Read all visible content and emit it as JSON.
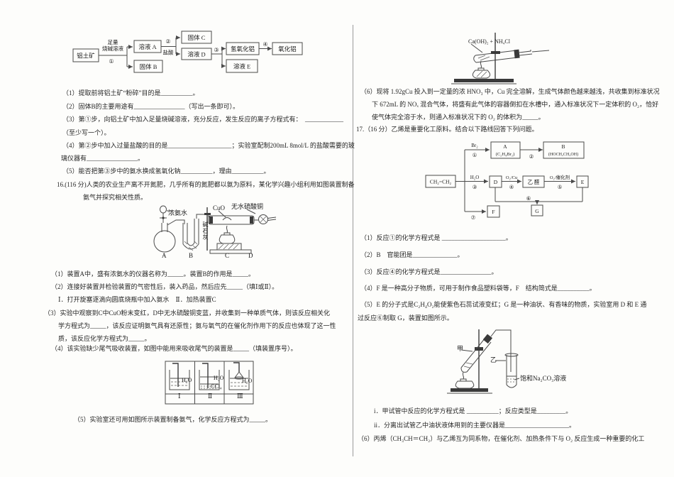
{
  "flow1": {
    "src": "铝土矿",
    "cond_top": "足量",
    "cond_bottom": "烧碱溶液",
    "s1": "①",
    "solA": "溶液 A",
    "solB": "固体 B",
    "s2": "②",
    "acid": "盐酸",
    "solC": "固体 C",
    "solD": "溶液 D",
    "s3": "③",
    "aloh": "氢氧化铝",
    "solE": "溶液 E",
    "s4": "④",
    "alo": "氧化铝"
  },
  "q15": {
    "lines": [
      "（1）提取前将铝土矿“粉碎”目的是__________。",
      "（2）固体B的主要用途有________________（写出一条即可）。",
      "（3）第①步，向铝土矿中加入足量烧碱溶液，充分反应，发生反应的离子方程式有：　____________",
      "（至少写一个）。",
      "（4）第②步中加入过量盐酸的目的是____________________；实验室配制200mL 8mol/L 的盐酸需要的玻",
      "璃仪器有________________。",
      "（5）能否把第③步中的氨水换成氢氧化钠__________，理由__________。"
    ]
  },
  "q16": {
    "head1": "16.(116 分)人类的农业生产离不开氮肥，几乎所有的氮肥都以氨为原料，某化学兴趣小组利用如图装置制备",
    "head2": "氨气并探究相关性质。",
    "app": {
      "nh3": "浓氨水",
      "cuo": "CuO",
      "cuso4": "无水硫酸铜",
      "lime": "碱石灰",
      "la": "A",
      "lb": "B",
      "lc": "C",
      "ld": "D"
    },
    "lines": [
      "（1）装置A中，盛有浓氨水的仪器名称为_____。装置B的作用是_____。",
      "（2）连接好装置并检验装置的气密性后，装入药品，然后应先_____（填Ⅰ或Ⅱ）。",
      "Ⅰ．打开旋塞逐滴向圆底烧瓶中加入氨水　Ⅱ．加热装置C",
      "（3）实验中观察到C中CuO粉末变红，D中无水硫酸铜变蓝，并收集到一种单质气体，则该反应相关化",
      "学方程式为_____，该反应证明氨气具有还原性；氨与氧气的在催化剂作用下的反应也体现了这一性",
      "质，该反应化学方程式为_____。",
      "（4）该实验缺少尾气吸收装置，如图中能用来吸收尾气的装置是_____（填装置序号）。"
    ],
    "fig": {
      "h2o": "H₂O",
      "ccl4": "CCl₄",
      "n1": "Ⅰ",
      "n2": "Ⅱ",
      "n3": "Ⅲ"
    },
    "line5": "（5）实验室还可用如图所示装置制备氨气，化学反应方程式为_____。",
    "tube_label": "Ca(OH)₂ + NH₄Cl",
    "part6": [
      "（6）现将 1.92gCu 投入到一定量的浓 HNO₃ 中，Cu 完全溶解，生成气体颜色越来越浅，共收集到标准状况",
      "下 672mL 的 NOₓ 混合气体，将盛有此气体的容器倒扣在水槽中，通入标准状况下一定体积的 O₂，恰好",
      "使气体完全溶于水，则通入标准状况下的 O₂ 的体积为_____。"
    ]
  },
  "q17": {
    "head": "17.（16 分）乙烯是重要化工原料。结合以下路线回答下列问题。",
    "flow": {
      "ethene": "CH₂=CH₂",
      "br2": "Br₂",
      "s1": "①",
      "a": "A",
      "af": "(C₂H₄Br₂)",
      "s2": "②",
      "b": "B",
      "bf": "(HOCH₂CH₂OH)",
      "h2o": "H₂O",
      "s3": "③",
      "d": "D",
      "o2cu": "O₂/Cu",
      "s4": "④",
      "ald": "乙 醛",
      "o2cat": "O₂/催化剂",
      "s5": "⑤",
      "e": "E",
      "s6": "⑥",
      "g": "G",
      "s7": "⑦",
      "f": "F"
    },
    "lines": [
      "（1）反应①的化学方程式是 ____________________。",
      "（2）B　官能团是______________。",
      "（3）反应④的化学方程式是________________。",
      "（4）F 是一种高分子物质，可用于制作食品塑料袋等，F　结构简式是__________。",
      "（5）E 的分子式是C₂H₄O₂能使紫色石蕊试液变红；G 是一种油状、有香味的物质，实验室用 D 和 E 通",
      "过反应⑥制取 G，装置如图所示。"
    ],
    "app": {
      "jia": "甲",
      "yi": "乙",
      "sol": "饱和Na₂CO₃溶液"
    },
    "sub": [
      "i．甲试管中反应的化学方程式是 __________；反应类型是_________。",
      "ii．分离出试管乙中油状液体用到的主要仪器是____________________。"
    ],
    "line6": "（6）丙烯（CH₃CH＝CH₂）与乙烯互为同系物，在催化剂、加热条件下与 O₂ 反应生成一种重要的化工"
  }
}
